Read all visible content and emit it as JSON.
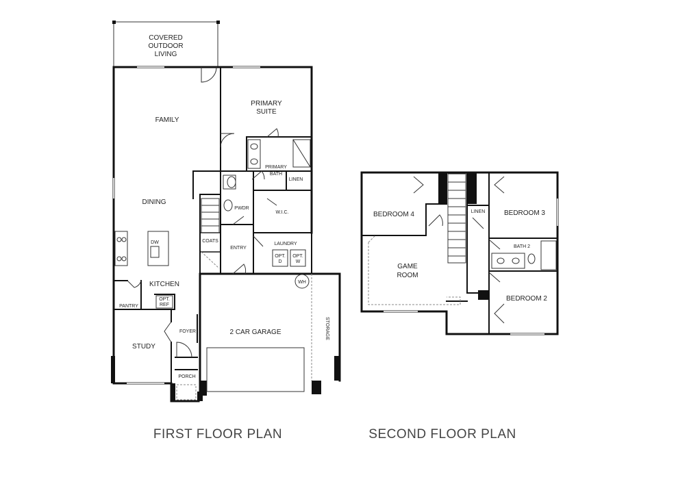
{
  "first_floor": {
    "title": "FIRST FLOOR PLAN",
    "rooms": {
      "covered_outdoor": [
        "COVERED",
        "OUTDOOR",
        "LIVING"
      ],
      "family": "FAMILY",
      "primary_suite": [
        "PRIMARY",
        "SUITE"
      ],
      "primary_bath": [
        "PRIMARY",
        "BATH"
      ],
      "linen": "LINEN",
      "dining": "DINING",
      "pwdr": "PWDR",
      "wic": "W.I.C.",
      "coats": "COATS",
      "entry": "ENTRY",
      "laundry": "LAUNDRY",
      "opt_d": [
        "OPT.",
        "D"
      ],
      "opt_w": [
        "OPT.",
        "W"
      ],
      "dw": "DW",
      "kitchen": "KITCHEN",
      "pantry": "PANTRY",
      "opt_ref": [
        "OPT.",
        "REF"
      ],
      "wh": "WH",
      "garage": "2 CAR GARAGE",
      "storage": "STORAGE",
      "foyer": "FOYER",
      "study": "STUDY",
      "porch": "PORCH"
    }
  },
  "second_floor": {
    "title": "SECOND FLOOR PLAN",
    "rooms": {
      "bedroom4": "BEDROOM 4",
      "linen": "LINEN",
      "bedroom3": "BEDROOM 3",
      "bath2": "BATH 2",
      "game_room": [
        "GAME",
        "ROOM"
      ],
      "bedroom2": "BEDROOM 2"
    }
  }
}
